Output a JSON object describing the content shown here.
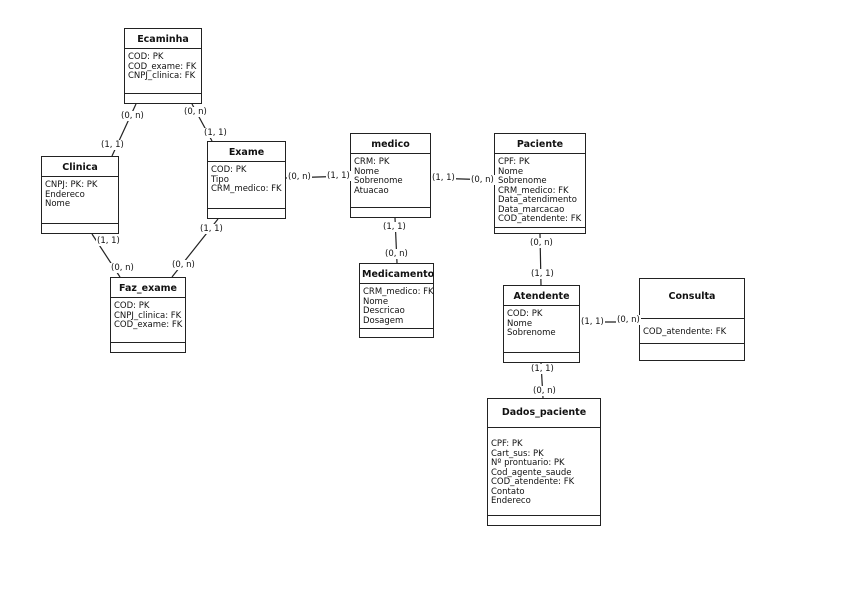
{
  "entities": {
    "ecaminha": {
      "title": "Ecaminha",
      "attributes": [
        "COD: PK",
        "COD_exame: FK",
        "CNPJ_clinica: FK"
      ]
    },
    "clinica": {
      "title": "Clinica",
      "attributes": [
        "CNPJ: PK: PK",
        "Endereco",
        "Nome"
      ]
    },
    "exame": {
      "title": "Exame",
      "attributes": [
        "COD: PK",
        "Tipo",
        "CRM_medico: FK"
      ]
    },
    "medico": {
      "title": "medico",
      "attributes": [
        "CRM: PK",
        "Nome",
        "Sobrenome",
        "Atuacao"
      ]
    },
    "paciente": {
      "title": "Paciente",
      "attributes": [
        "CPF: PK",
        "Nome",
        "Sobrenome",
        "CRM_medico: FK",
        "Data_atendimento",
        "Data_marcacao",
        "COD_atendente: FK"
      ]
    },
    "faz_exame": {
      "title": "Faz_exame",
      "attributes": [
        "COD: PK",
        "CNPJ_clinica: FK",
        "COD_exame: FK"
      ]
    },
    "medicamento": {
      "title": "Medicamento",
      "attributes": [
        "CRM_medico: FK",
        "Nome",
        "Descricao",
        "Dosagem"
      ]
    },
    "atendente": {
      "title": "Atendente",
      "attributes": [
        "COD: PK",
        "Nome",
        "Sobrenome"
      ]
    },
    "consulta": {
      "title": "Consulta",
      "attributes": [
        "COD_atendente: FK"
      ]
    },
    "dados_paciente": {
      "title": "Dados_paciente",
      "attributes": [
        "CPF: PK",
        "Cart_sus: PK",
        "Nº prontuario: PK",
        "Cod_agente_saude",
        "COD_atendente: FK",
        "Contato",
        "Endereco"
      ]
    }
  },
  "cardinalities": {
    "ecaminha_clinica_top": "(0, n)",
    "ecaminha_clinica_bottom": "(1, 1)",
    "ecaminha_exame_top": "(0, n)",
    "ecaminha_exame_bottom": "(1, 1)",
    "clinica_fazexame_top": "(1, 1)",
    "clinica_fazexame_bottom": "(0, n)",
    "exame_fazexame_top": "(1, 1)",
    "exame_fazexame_bottom": "(0, n)",
    "exame_medico_left": "(0, n)",
    "exame_medico_right": "(1, 1)",
    "medico_paciente_left": "(1, 1)",
    "medico_paciente_right": "(0, n)",
    "medico_medicamento_top": "(1, 1)",
    "medico_medicamento_bottom": "(0, n)",
    "paciente_atendente_top": "(0, n)",
    "paciente_atendente_bottom": "(1, 1)",
    "atendente_consulta_left": "(1, 1)",
    "atendente_consulta_right": "(0, n)",
    "atendente_dados_top": "(1, 1)",
    "atendente_dados_bottom": "(0, n)"
  }
}
